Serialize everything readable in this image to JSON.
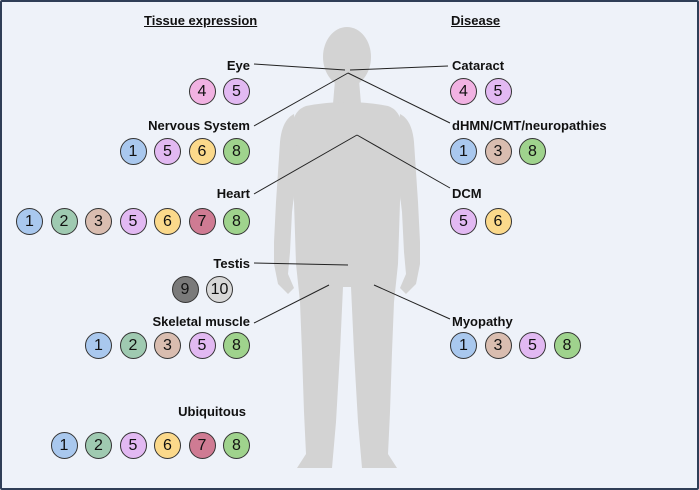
{
  "headers": {
    "tissue": "Tissue expression",
    "disease": "Disease"
  },
  "colors": {
    "1": "#a9c8ee",
    "2": "#9fcab1",
    "3": "#d9bdb0",
    "4": "#f1b2e2",
    "5": "#e2b9f2",
    "6": "#fbd98b",
    "7": "#cf7b93",
    "8": "#9fd38d",
    "9": "#7a7a7a",
    "10": "#d8d8d8",
    "body": "#d3d3d3",
    "line": "#222222"
  },
  "tissues": [
    {
      "label": "Eye",
      "numbers": [
        "4",
        "5"
      ]
    },
    {
      "label": "Nervous System",
      "numbers": [
        "1",
        "5",
        "6",
        "8"
      ]
    },
    {
      "label": "Heart",
      "numbers": [
        "1",
        "2",
        "3",
        "5",
        "6",
        "7",
        "8"
      ]
    },
    {
      "label": "Testis",
      "numbers": [
        "9",
        "10"
      ]
    },
    {
      "label": "Skeletal muscle",
      "numbers": [
        "1",
        "2",
        "3",
        "5",
        "8"
      ]
    },
    {
      "label": "Ubiquitous",
      "numbers": [
        "1",
        "2",
        "5",
        "6",
        "7",
        "8"
      ]
    }
  ],
  "diseases": [
    {
      "label": "Cataract",
      "numbers": [
        "4",
        "5"
      ]
    },
    {
      "label": "dHMN/CMT/neuropathies",
      "numbers": [
        "1",
        "3",
        "8"
      ]
    },
    {
      "label": "DCM",
      "numbers": [
        "5",
        "6"
      ]
    },
    {
      "label": "Myopathy",
      "numbers": [
        "1",
        "3",
        "5",
        "8"
      ]
    }
  ]
}
